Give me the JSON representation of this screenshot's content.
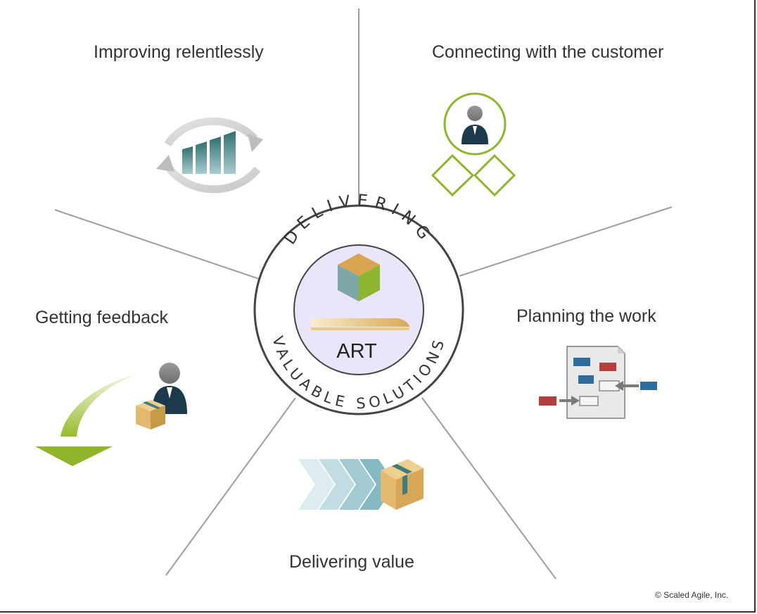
{
  "center": {
    "top_text": "DELIVERING",
    "bottom_text": "VALUABLE SOLUTIONS",
    "core_label": "ART"
  },
  "sectors": {
    "improving": {
      "label": "Improving relentlessly",
      "icon": "cycle-growth-chart-icon"
    },
    "connecting": {
      "label": "Connecting with the customer",
      "icon": "customer-persona-icon"
    },
    "planning": {
      "label": "Planning the work",
      "icon": "planning-board-icon"
    },
    "delivering": {
      "label": "Delivering value",
      "icon": "chevron-package-icon"
    },
    "feedback": {
      "label": "Getting feedback",
      "icon": "feedback-arrow-icon"
    }
  },
  "copyright": "© Scaled Agile, Inc.",
  "colors": {
    "line": "#9e9e9e",
    "lime": "#8db52e",
    "teal": "#3e7c7e",
    "navy": "#1d3a4c",
    "blue": "#2f6c9b",
    "red": "#b3403c",
    "box_tan": "#e3b96f",
    "center_fill": "#e8e6f8"
  }
}
